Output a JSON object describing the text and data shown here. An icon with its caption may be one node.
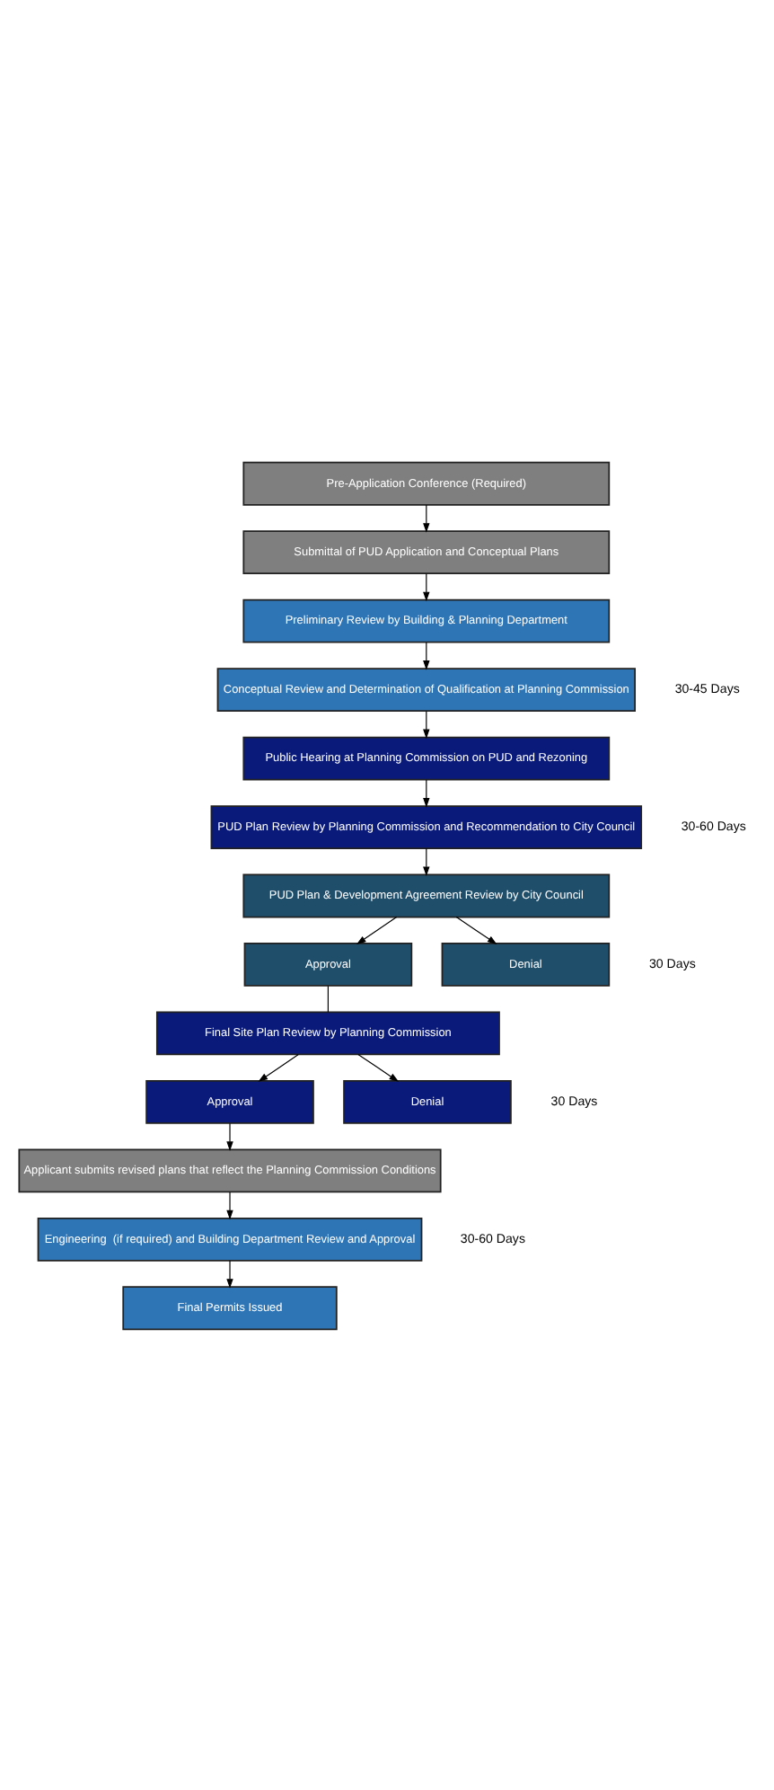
{
  "diagram": {
    "nodes": [
      {
        "text": [
          "Pre-Application Conference (Required)"
        ]
      },
      {
        "text": [
          "Submittal of PUD Application and Conceptual Plans"
        ]
      },
      {
        "text": [
          "Preliminary Review by Building & Planning Department"
        ]
      },
      {
        "text": [
          "Conceptual Review and Determination of Qualification at Planning Commission"
        ]
      },
      {
        "text": [
          "Public Hearing at Planning Commission on PUD and Rezoning"
        ]
      },
      {
        "text": [
          "PUD Plan Review by Planning Commission and Recommendation to City Council"
        ]
      },
      {
        "text": [
          "PUD Plan & Development Agreement Review by City Council"
        ]
      },
      {
        "text": [
          "Approval"
        ]
      },
      {
        "text": [
          "Denial"
        ]
      },
      {
        "text": [
          "Final Site Plan Review by Planning Commission"
        ]
      },
      {
        "text": [
          "Approval"
        ]
      },
      {
        "text": [
          "Denial"
        ]
      },
      {
        "text": [
          "Applicant submits revised plans that reflect the Planning Commission Conditions"
        ]
      },
      {
        "text": [
          "Engineering  (if required) and Building Department Review and Approval"
        ]
      },
      {
        "text": [
          "Final Permits Issued"
        ]
      }
    ],
    "edges": [
      {
        "from": 0,
        "to": 1,
        "arrow": "to"
      },
      {
        "from": 1,
        "to": 2,
        "arrow": "to"
      },
      {
        "from": 2,
        "to": 3,
        "arrow": "to"
      },
      {
        "from": 3,
        "to": 4,
        "arrow": "to"
      },
      {
        "from": 4,
        "to": 5,
        "arrow": "to"
      },
      {
        "from": 5,
        "to": 6,
        "arrow": "to"
      },
      {
        "from": 6,
        "to": 7,
        "arrow": "to"
      },
      {
        "from": 6,
        "to": 8,
        "arrow": "to"
      },
      {
        "from": 7,
        "to": 9,
        "arrow": "none"
      },
      {
        "from": 9,
        "to": 10,
        "arrow": "to"
      },
      {
        "from": 9,
        "to": 11,
        "arrow": "to"
      },
      {
        "from": 10,
        "to": 12,
        "arrow": "to"
      },
      {
        "from": 12,
        "to": 13,
        "arrow": "to"
      },
      {
        "from": 13,
        "to": 14,
        "arrow": "to"
      }
    ],
    "labels": [
      "30-45 Days",
      "30-60 Days",
      "30 Days",
      "30 Days",
      "30-60 Days"
    ]
  }
}
